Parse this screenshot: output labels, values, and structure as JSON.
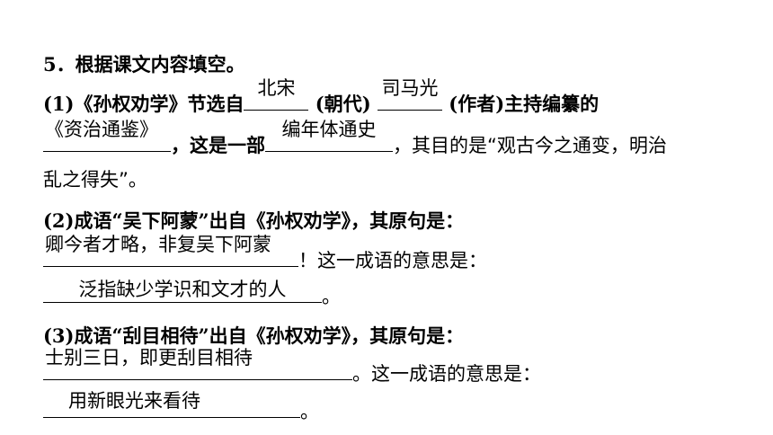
{
  "q5": {
    "title": "5．根据课文内容填空。",
    "p1": {
      "lead": "(1)《孙权劝学》节选自",
      "ans_dynasty": "北宋",
      "mid1": "(朝代)",
      "ans_author": "司马光",
      "mid2": "(作者)主持编纂的",
      "ans_book": "《资治通鉴》",
      "mid3": "，这是一部",
      "ans_type": "编年体通史",
      "mid4": "，其目的是“观古今之通变，明治",
      "tail": "乱之得失”。"
    },
    "p2": {
      "lead": "(2)成语“吴下阿蒙”出自《孙权劝学》，其原句是：",
      "ans_sentence": "卿今者才略，非复吴下阿蒙",
      "mid": "！这一成语的意思是：",
      "ans_meaning": "泛指缺少学识和文才的人",
      "end": "。"
    },
    "p3": {
      "lead": "(3)成语“刮目相待”出自《孙权劝学》，其原句是：",
      "ans_sentence": "士别三日，即更刮目相待",
      "mid": "。这一成语的意思是：",
      "ans_meaning": "用新眼光来看待",
      "end": "。"
    }
  }
}
